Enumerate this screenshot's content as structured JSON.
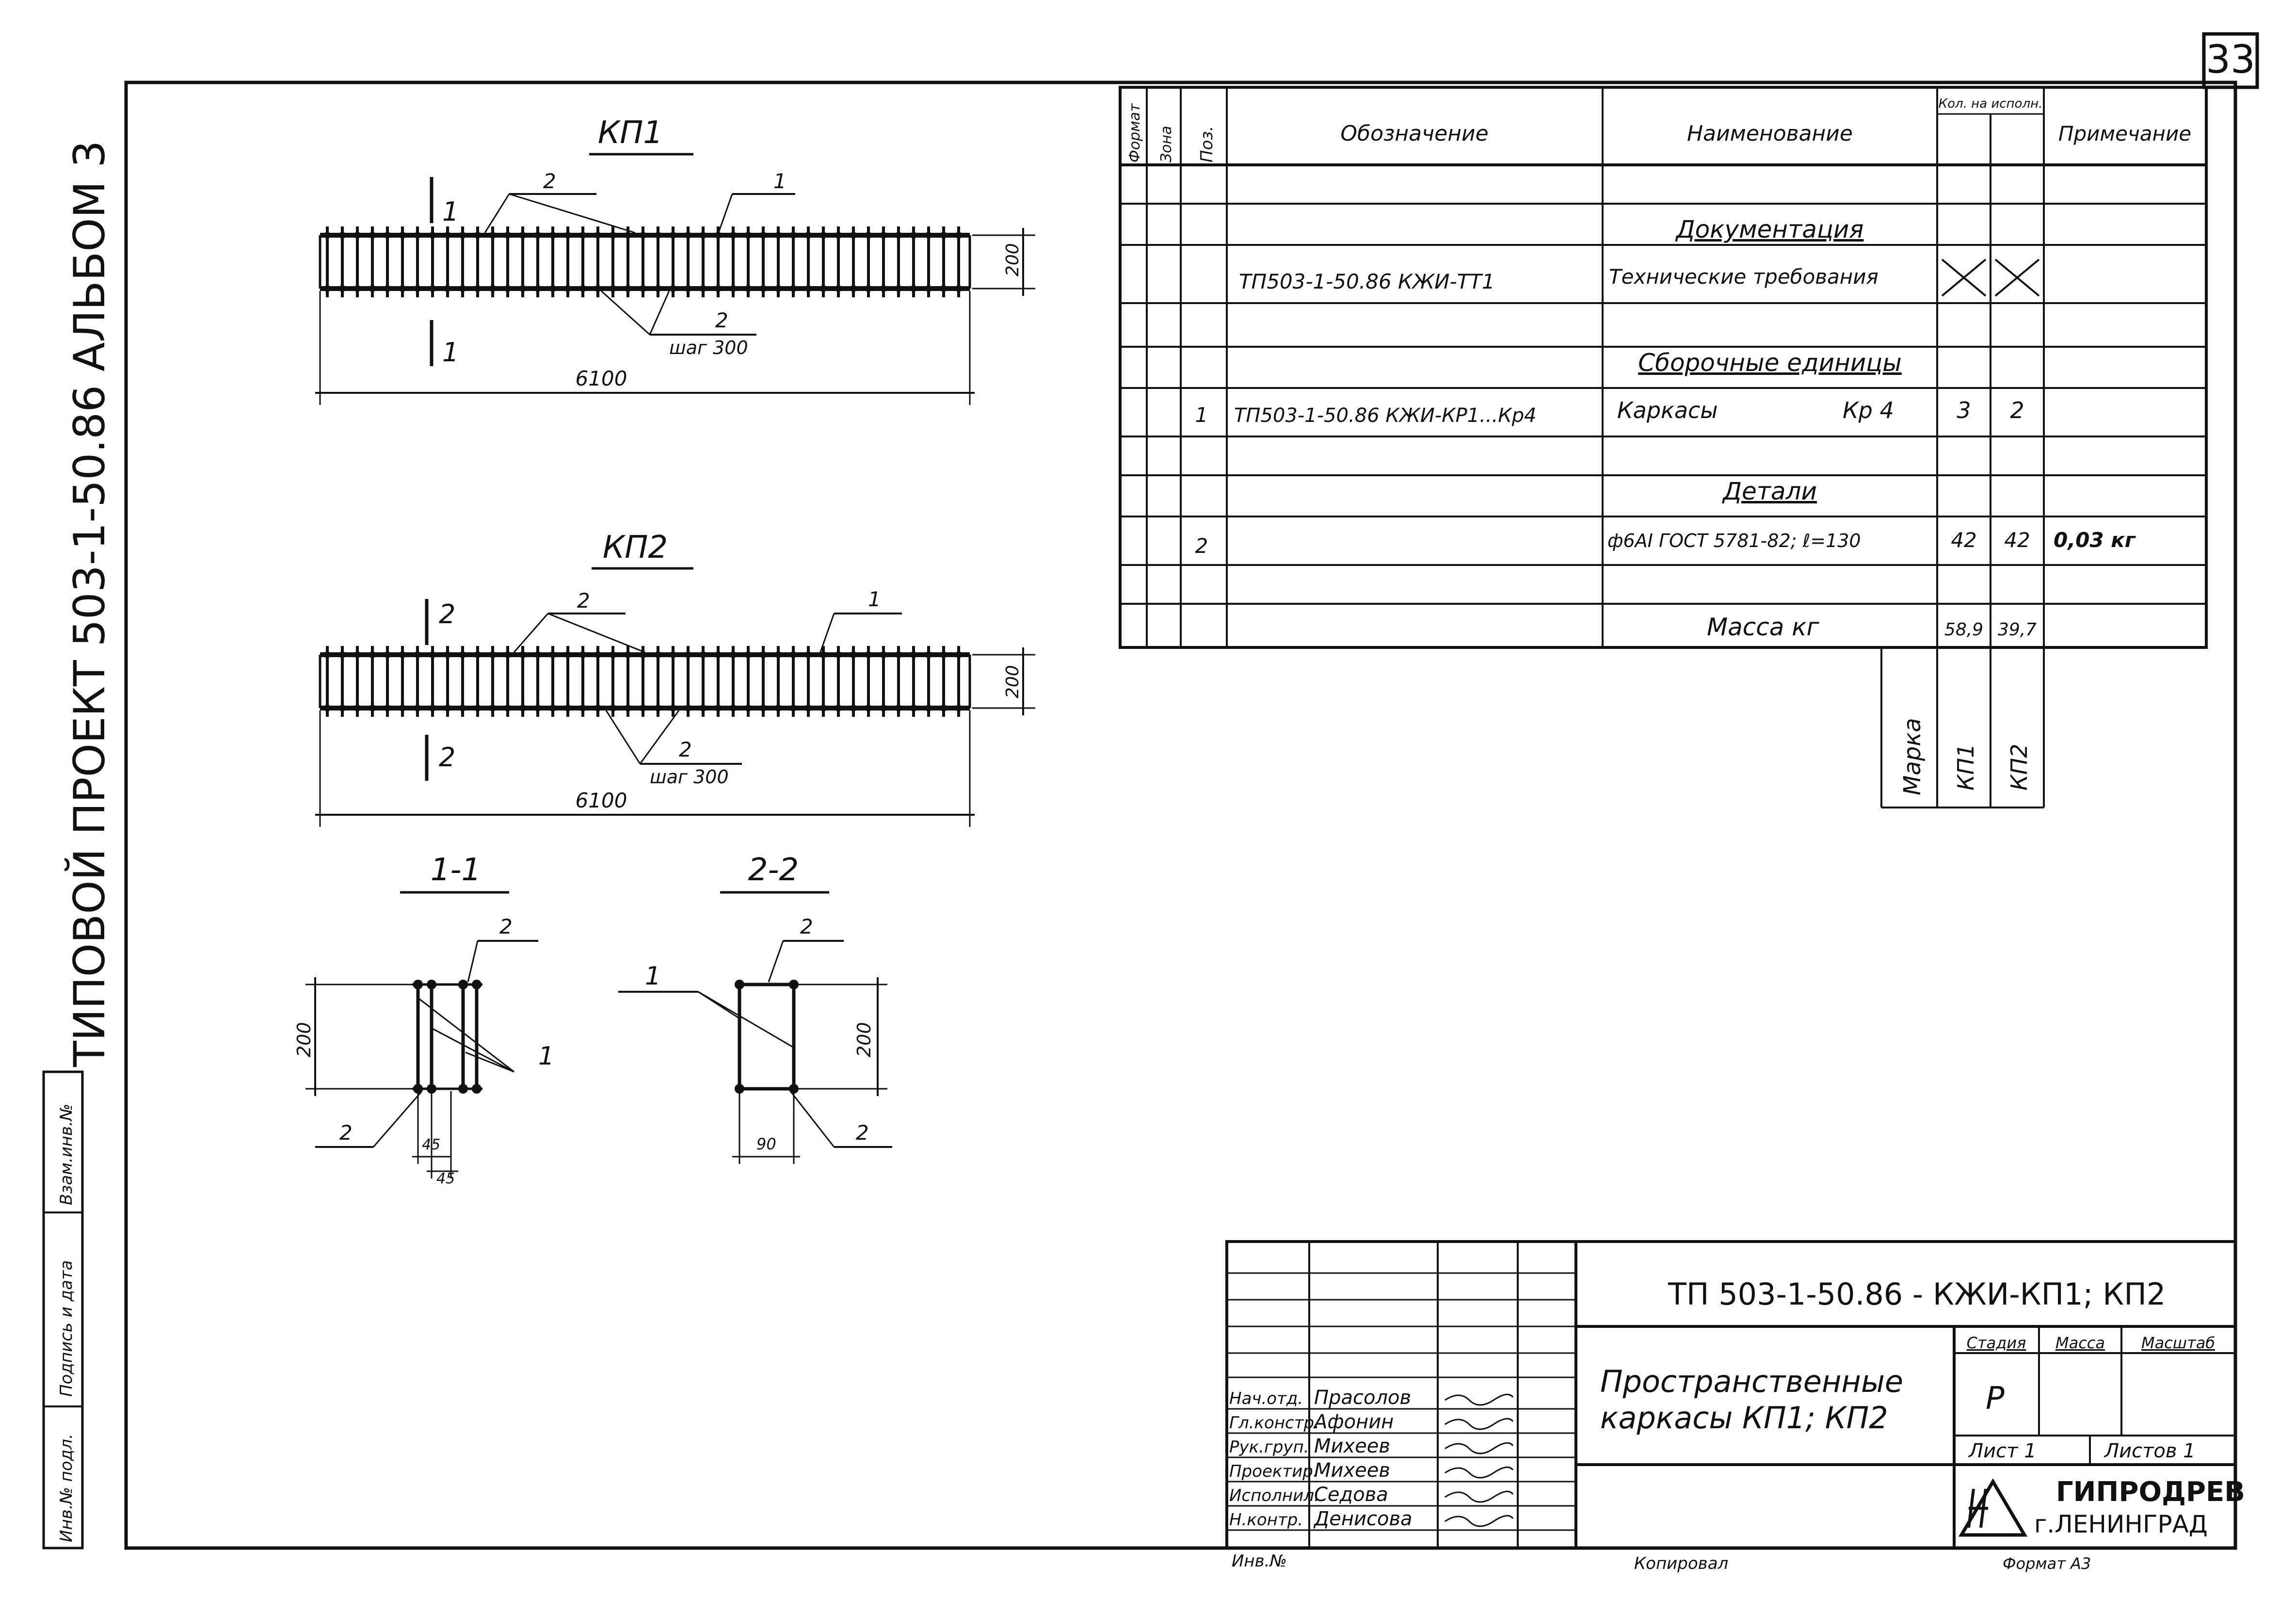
{
  "page_number": "33",
  "left_margin": {
    "project_title": "ТИПОВОЙ ПРОЕКТ 503-1-50.86 АЛЬБОМ 3",
    "cells": [
      "Инв.№ подл.",
      "Подпись и дата",
      "Взам.инв.№"
    ]
  },
  "views": {
    "kp1": {
      "title": "КП1",
      "length": "6100",
      "height": "200",
      "step": "шаг 300",
      "pos1": "1",
      "pos2": "2",
      "pos2b": "2",
      "section": "1"
    },
    "kp2": {
      "title": "КП2",
      "length": "6100",
      "height": "200",
      "step": "шаг 300",
      "pos1": "1",
      "pos2": "2",
      "pos2b": "2",
      "section": "2"
    },
    "sec11": {
      "title": "1-1",
      "height": "200",
      "dim_a": "45",
      "dim_b": "45",
      "pos1": "1",
      "pos2a": "2",
      "pos2b": "2"
    },
    "sec22": {
      "title": "2-2",
      "height": "200",
      "width": "90",
      "pos1": "1",
      "pos2a": "2",
      "pos2b": "2"
    }
  },
  "spec": {
    "headers": {
      "format": "Формат",
      "zone": "Зона",
      "pos": "Поз.",
      "designation": "Обозначение",
      "name": "Наименование",
      "qty": "Кол. на исполн.",
      "note": "Примечание"
    },
    "documentation": {
      "title": "Документация",
      "designation": "ТП503-1-50.86 КЖИ-ТТ1",
      "name": "Технические требования"
    },
    "assembly": {
      "title": "Сборочные единицы",
      "pos": "1",
      "designation": "ТП503-1-50.86 КЖИ-КР1...Кр4",
      "name": "Каркасы",
      "name_right": "Кр 4",
      "q1": "3",
      "q2": "2"
    },
    "details": {
      "title": "Детали",
      "pos": "2",
      "name": "ф6АI ГОСТ 5781-82; ℓ=130",
      "q1": "42",
      "q2": "42",
      "note": "0,03 кг"
    },
    "mass": {
      "label": "Масса кг",
      "m1": "58,9",
      "m2": "39,7"
    },
    "marks": {
      "label": "Марка",
      "m1": "КП1",
      "m2": "КП2"
    }
  },
  "title_block": {
    "code": "ТП 503-1-50.86 - КЖИ-КП1; КП2",
    "desc_line1": "Пространственные",
    "desc_line2": "каркасы КП1; КП2",
    "stage_h": "Стадия",
    "mass_h": "Масса",
    "scale_h": "Масштаб",
    "stage": "Р",
    "sheet": "Лист 1",
    "sheets": "Листов 1",
    "org1": "ГИПРОДРЕВ",
    "org2": "г.ЛЕНИНГРАД",
    "people": [
      {
        "role": "Нач.отд.",
        "name": "Прасолов"
      },
      {
        "role": "Гл.констр.",
        "name": "Афонин"
      },
      {
        "role": "Рук.груп.",
        "name": "Михеев"
      },
      {
        "role": "Проектир.",
        "name": "Михеев"
      },
      {
        "role": "Исполнил.",
        "name": "Седова"
      },
      {
        "role": "Н.контр.",
        "name": "Денисова"
      }
    ],
    "inv": "Инв.№",
    "copied": "Копировал",
    "format": "Формат А3"
  }
}
